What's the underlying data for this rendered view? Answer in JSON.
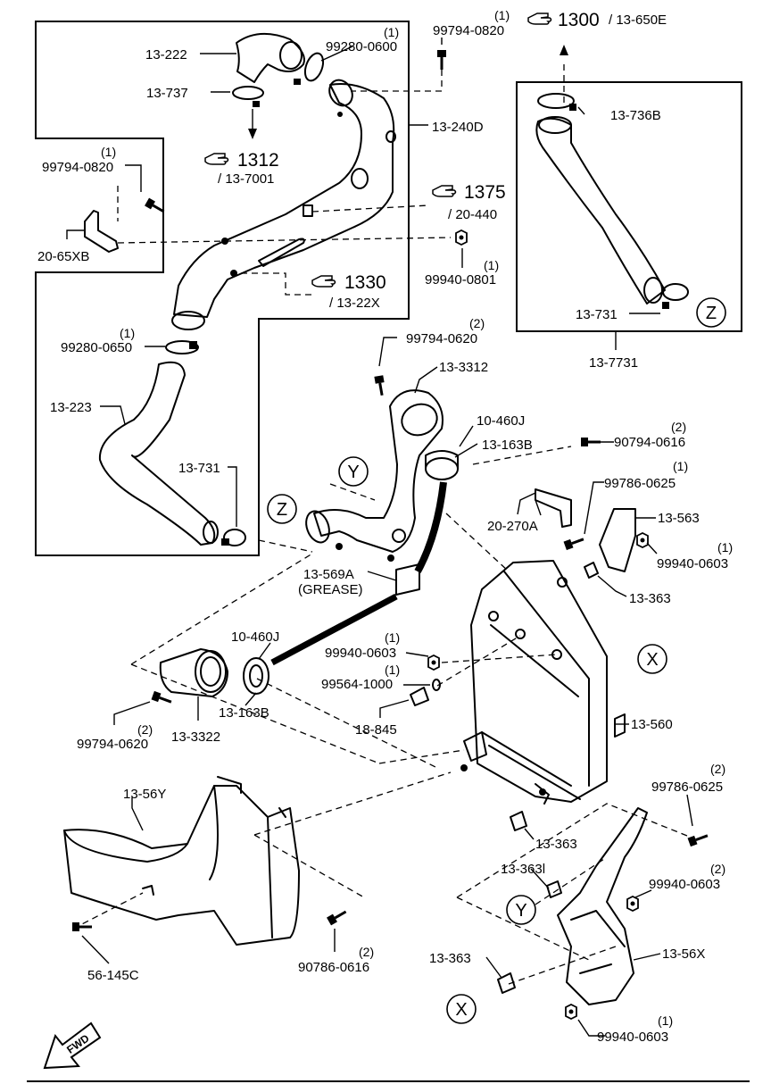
{
  "parts": {
    "p13_222": "13-222",
    "p99280_0600": "99280-0600",
    "p99280_0600_qty": "(1)",
    "p13_737": "13-737",
    "p13_240D": "13-240D",
    "p99794_0820_top": "99794-0820",
    "p99794_0820_top_qty": "(1)",
    "p99794_0820_left": "99794-0820",
    "p99794_0820_left_qty": "(1)",
    "p20_65XB": "20-65XB",
    "p99940_0801": "99940-0801",
    "p99940_0801_qty": "(1)",
    "p99280_0650": "99280-0650",
    "p99280_0650_qty": "(1)",
    "p13_223": "13-223",
    "p13_731_left": "13-731",
    "p13_736B": "13-736B",
    "p13_731_right": "13-731",
    "p13_7731": "13-7731",
    "p99794_0620_top": "99794-0620",
    "p99794_0620_top_qty": "(2)",
    "p13_3312": "13-3312",
    "p10_460J_top": "10-460J",
    "p13_163B_top": "13-163B",
    "p90794_0616": "90794-0616",
    "p90794_0616_qty": "(2)",
    "p99786_0625_top": "99786-0625",
    "p99786_0625_top_qty": "(1)",
    "p13_563": "13-563",
    "p20_270A": "20-270A",
    "p99940_0603_r": "99940-0603",
    "p99940_0603_r_qty": "(1)",
    "p13_569A": "13-569A",
    "p13_569A_note": "(GREASE)",
    "p13_363_a": "13-363",
    "p10_460J_mid": "10-460J",
    "p99940_0603_mid": "99940-0603",
    "p99940_0603_mid_qty": "(1)",
    "p99564_1000": "99564-1000",
    "p99564_1000_qty": "(1)",
    "p18_845": "18-845",
    "p13_560": "13-560",
    "p99794_0620_bot": "99794-0620",
    "p99794_0620_bot_qty": "(2)",
    "p13_3322": "13-3322",
    "p13_163B_mid": "13-163B",
    "p13_56Y": "13-56Y",
    "p99786_0625_bot": "99786-0625",
    "p99786_0625_bot_qty": "(2)",
    "p13_363_b": "13-363",
    "p13_363l": "13-363l",
    "p99940_0603_low": "99940-0603",
    "p99940_0603_low_qty": "(2)",
    "p13_363_c": "13-363",
    "p13_56X": "13-56X",
    "p56_145C": "56-145C",
    "p90786_0616": "90786-0616",
    "p90786_0616_qty": "(2)",
    "p99940_0603_bot": "99940-0603",
    "p99940_0603_bot_qty": "(1)"
  },
  "refs": {
    "r1300": "1300",
    "r1300_sub": "/ 13-650E",
    "r1312": "1312",
    "r1312_sub": "/ 13-7001",
    "r1375": "1375",
    "r1375_sub": "/ 20-440",
    "r1330": "1330",
    "r1330_sub": "/ 13-22X"
  },
  "markers": {
    "x": "X",
    "y": "Y",
    "z": "Z"
  },
  "direction": "FWD",
  "icons": [
    "pointing-hand-icon",
    "fwd-arrow-icon"
  ]
}
